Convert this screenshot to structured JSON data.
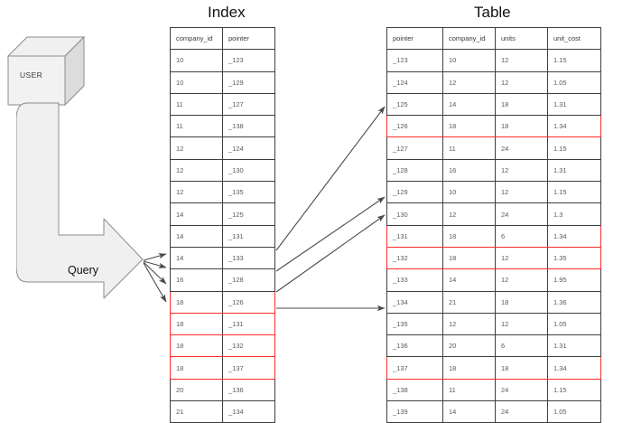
{
  "titles": {
    "index": "Index",
    "table": "Table"
  },
  "user": {
    "label": "USER"
  },
  "query": {
    "label": "Query"
  },
  "colors": {
    "highlight": "#ff2b2b",
    "border": "#3f3f3f",
    "shape_fill": "#f0f0f0",
    "shape_stroke": "#8c8c8c",
    "text": "#5a5a5a",
    "connector": "#4a4a4a"
  },
  "index_table": {
    "columns": [
      "company_id",
      "pointer"
    ],
    "rows": [
      {
        "company_id": "10",
        "pointer": "_123",
        "highlight": false
      },
      {
        "company_id": "10",
        "pointer": "_129",
        "highlight": false
      },
      {
        "company_id": "11",
        "pointer": "_127",
        "highlight": false
      },
      {
        "company_id": "11",
        "pointer": "_138",
        "highlight": false
      },
      {
        "company_id": "12",
        "pointer": "_124",
        "highlight": false
      },
      {
        "company_id": "12",
        "pointer": "_130",
        "highlight": false
      },
      {
        "company_id": "12",
        "pointer": "_135",
        "highlight": false
      },
      {
        "company_id": "14",
        "pointer": "_125",
        "highlight": false
      },
      {
        "company_id": "14",
        "pointer": "_131",
        "highlight": false
      },
      {
        "company_id": "14",
        "pointer": "_133",
        "highlight": false
      },
      {
        "company_id": "16",
        "pointer": "_128",
        "highlight": false
      },
      {
        "company_id": "18",
        "pointer": "_126",
        "highlight": true
      },
      {
        "company_id": "18",
        "pointer": "_131",
        "highlight": true
      },
      {
        "company_id": "18",
        "pointer": "_132",
        "highlight": true
      },
      {
        "company_id": "18",
        "pointer": "_137",
        "highlight": true
      },
      {
        "company_id": "20",
        "pointer": "_136",
        "highlight": false
      },
      {
        "company_id": "21",
        "pointer": "_134",
        "highlight": false
      }
    ]
  },
  "data_table": {
    "columns": [
      "pointer",
      "company_id",
      "units",
      "unit_cost"
    ],
    "rows": [
      {
        "pointer": "_123",
        "company_id": "10",
        "units": "12",
        "unit_cost": "1.15",
        "highlight": false
      },
      {
        "pointer": "_124",
        "company_id": "12",
        "units": "12",
        "unit_cost": "1.05",
        "highlight": false
      },
      {
        "pointer": "_125",
        "company_id": "14",
        "units": "18",
        "unit_cost": "1.31",
        "highlight": false
      },
      {
        "pointer": "_126",
        "company_id": "18",
        "units": "18",
        "unit_cost": "1.34",
        "highlight": true
      },
      {
        "pointer": "_127",
        "company_id": "11",
        "units": "24",
        "unit_cost": "1.15",
        "highlight": false
      },
      {
        "pointer": "_128",
        "company_id": "16",
        "units": "12",
        "unit_cost": "1.31",
        "highlight": false
      },
      {
        "pointer": "_129",
        "company_id": "10",
        "units": "12",
        "unit_cost": "1.15",
        "highlight": false
      },
      {
        "pointer": "_130",
        "company_id": "12",
        "units": "24",
        "unit_cost": "1.3",
        "highlight": false
      },
      {
        "pointer": "_131",
        "company_id": "18",
        "units": "6",
        "unit_cost": "1.34",
        "highlight": true
      },
      {
        "pointer": "_132",
        "company_id": "18",
        "units": "12",
        "unit_cost": "1.35",
        "highlight": true
      },
      {
        "pointer": "_133",
        "company_id": "14",
        "units": "12",
        "unit_cost": "1.95",
        "highlight": false
      },
      {
        "pointer": "_134",
        "company_id": "21",
        "units": "18",
        "unit_cost": "1.36",
        "highlight": false
      },
      {
        "pointer": "_135",
        "company_id": "12",
        "units": "12",
        "unit_cost": "1.05",
        "highlight": false
      },
      {
        "pointer": "_136",
        "company_id": "20",
        "units": "6",
        "unit_cost": "1.31",
        "highlight": false
      },
      {
        "pointer": "_137",
        "company_id": "18",
        "units": "18",
        "unit_cost": "1.34",
        "highlight": true
      },
      {
        "pointer": "_138",
        "company_id": "11",
        "units": "24",
        "unit_cost": "1.15",
        "highlight": false
      },
      {
        "pointer": "_139",
        "company_id": "14",
        "units": "24",
        "unit_cost": "1.05",
        "highlight": false
      }
    ]
  }
}
